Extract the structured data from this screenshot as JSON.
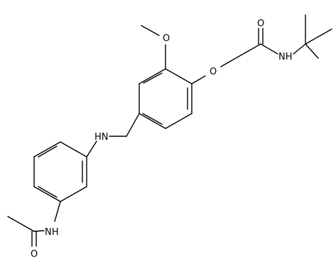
{
  "molecule": {
    "atom_labels": {
      "methoxy_o": "O",
      "ether_o": "O",
      "carbonyl_o_amide": "O",
      "amide_nh": "NH",
      "amine_nh": "HN",
      "acetamide_nh": "NH",
      "acetamide_o": "O"
    }
  }
}
